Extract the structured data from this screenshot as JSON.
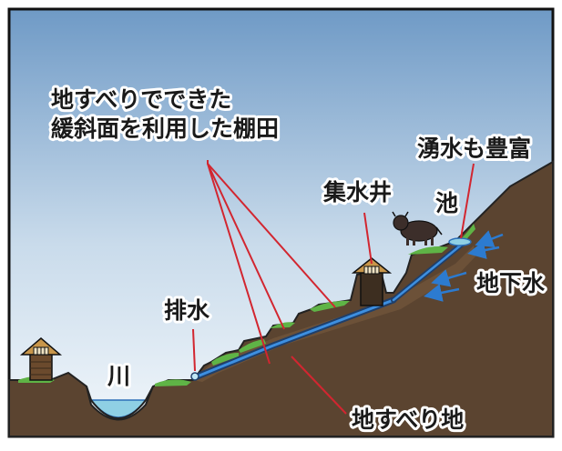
{
  "labels": {
    "terraced_fields_line1": "地すべりでできた",
    "terraced_fields_line2": "緩斜面を利用した棚田",
    "spring_water": "湧水も豊富",
    "collection_well": "集水井",
    "pond": "池",
    "groundwater": "地下水",
    "drainage": "排水",
    "river": "川",
    "landslide_area": "地すべり地"
  },
  "colors": {
    "sky_top": "#6f9ac6",
    "sky_bottom": "#f2f7fb",
    "ground": "#5b4430",
    "grass": "#5fb446",
    "water": "#8fd0e4",
    "pipe": "#2c6fb8",
    "pointer": "#d22630",
    "arrow": "#2c7bd0"
  }
}
